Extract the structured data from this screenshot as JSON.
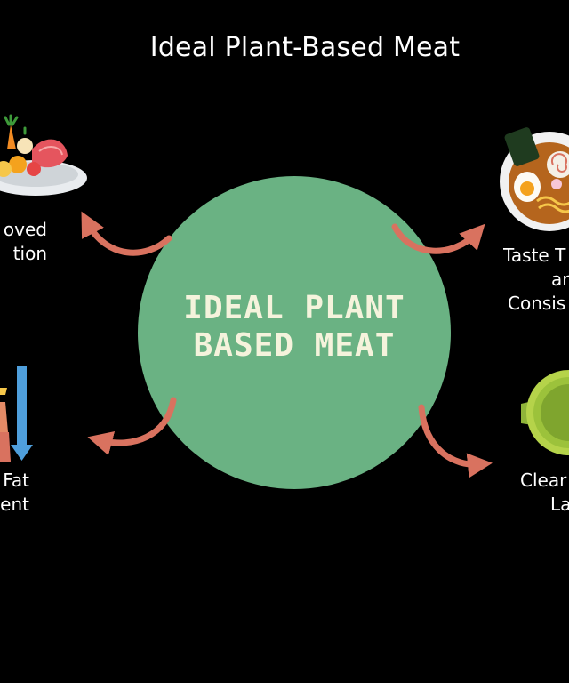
{
  "title": "Ideal Plant-Based Meat",
  "center": {
    "line1": "IDEAL PLANT",
    "line2": "BASED MEAT"
  },
  "nodes": {
    "top_left": {
      "line1": "oved",
      "line2": "tion",
      "icon": "food-plate-icon"
    },
    "top_right": {
      "line1": "Taste T",
      "line2": "ar",
      "line3": "Consis",
      "icon": "ramen-bowl-icon"
    },
    "bottom_left": {
      "line1": "Fat",
      "line2": "ent",
      "icon": "down-arrow-chart-icon"
    },
    "bottom_right": {
      "line1": "Clear",
      "line2": "La",
      "icon": "green-badge-icon"
    }
  },
  "colors": {
    "background": "#000000",
    "circle": "#6ab283",
    "center_text": "#f5f3dc",
    "arrow": "#d9725f",
    "text": "#ffffff"
  }
}
